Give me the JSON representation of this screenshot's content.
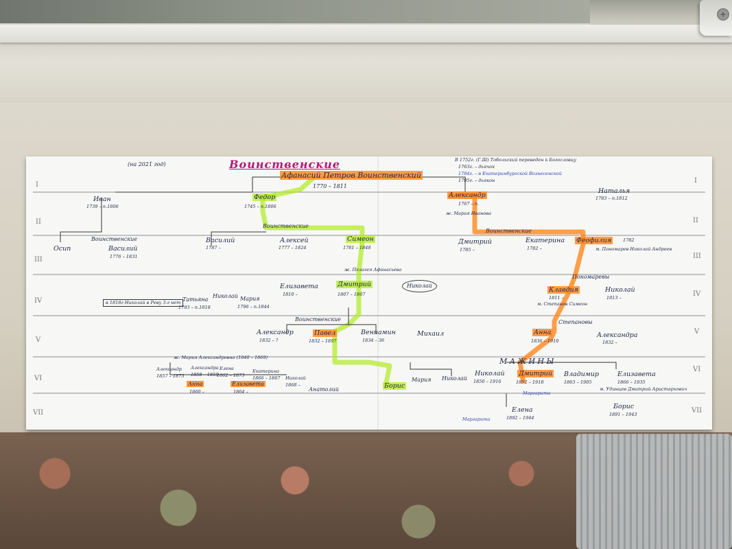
{
  "photo": {
    "scene": "window-sill-with-paper",
    "latch_icon": "plus-screw-icon"
  },
  "sheet": {
    "date_note": "(на 2021 год)",
    "title": "Воинственские",
    "progenitor": "Афанасий Петров Воинственский",
    "progenitor_dates": "1770 – 1811",
    "top_right_note": "В 1752г. (Г.Ш) Тобольский переведен к Богословцу",
    "top_right_2": "1763г. – дьячок",
    "top_right_3": "1784г. – в Екатеринбургской Вознесенской",
    "top_right_4": "1795г. – дьякон",
    "generations": [
      "I",
      "II",
      "III",
      "IV",
      "V",
      "VI",
      "VII"
    ],
    "gen_labels_right": [
      "I",
      "II",
      "III",
      "IV",
      "V",
      "VI",
      "VII"
    ],
    "branch_labels": [
      "Воинственские",
      "Воинственские",
      "Воинственские",
      "Воинственские",
      "Пономаревы",
      "Степановы",
      "М А Ж И Н Ы"
    ],
    "gen2": [
      {
        "name": "Иван",
        "dates": "1739 – п.1806"
      },
      {
        "name": "Федор",
        "dates": "1745 – п.1806",
        "highlight": "green"
      },
      {
        "name": "Александр",
        "dates": "1767 – п.",
        "highlight": "orange"
      },
      {
        "name": "Наталья",
        "dates": "1783 – п.1812"
      }
    ],
    "gen3": [
      {
        "name": "Осип"
      },
      {
        "name": "Василий",
        "dates": "1776 – 1831"
      },
      {
        "name": "Василий",
        "dates": "1787 –"
      },
      {
        "name": "Алексей",
        "dates": "1777 – 1824"
      },
      {
        "name": "Симеон",
        "dates": "1781 – 1848",
        "highlight": "green"
      },
      {
        "name": "Дмитрий",
        "dates": "1785 –"
      },
      {
        "name": "Екатерина",
        "dates": "1782 –"
      },
      {
        "name": "Феофилия",
        "dates": "1782",
        "highlight": "orange"
      }
    ],
    "gen4": [
      {
        "name": "Татьяна",
        "dates": "1793 – п.1818"
      },
      {
        "name": "Николай"
      },
      {
        "name": "Мария",
        "dates": "1796 – п.1844"
      },
      {
        "name": "Елизавета",
        "dates": "1810 –"
      },
      {
        "name": "Дмитрий",
        "dates": "1807 – 1867",
        "highlight": "green"
      },
      {
        "name": "Николай"
      },
      {
        "name": "Клавдия",
        "dates": "1811 –",
        "highlight": "orange"
      },
      {
        "name": "Николай",
        "dates": "1813 –"
      }
    ],
    "gen4_note": "в 1818г Николай в Реву 3-г нет",
    "gen5": [
      {
        "name": "Александр",
        "dates": "1832 – ?"
      },
      {
        "name": "Павел",
        "dates": "1832 – 1897",
        "highlight": "orange"
      },
      {
        "name": "Вениамин",
        "dates": "1834 – 36"
      },
      {
        "name": "Михаил"
      },
      {
        "name": "Анна",
        "dates": "1836 – 1910",
        "highlight": "orange"
      },
      {
        "name": "Александра",
        "dates": "1832 –"
      }
    ],
    "gen6": [
      {
        "name": "Александр",
        "dates": "1857 – 1873"
      },
      {
        "name": "Александра",
        "dates": "1858 – 1859"
      },
      {
        "name": "Елена",
        "dates": "1862 – 1873"
      },
      {
        "name": "Екатерина",
        "dates": "1866 – 1867"
      },
      {
        "name": "Николай",
        "dates": "1868 –"
      },
      {
        "name": "Анна",
        "dates": "1860 –",
        "highlight": "orange"
      },
      {
        "name": "Елизавета",
        "dates": "1864 –",
        "highlight": "orange"
      },
      {
        "name": "Анатолий"
      },
      {
        "name": "Мария"
      },
      {
        "name": "Николай"
      },
      {
        "name": "Николай",
        "dates": "1850 – 1916"
      },
      {
        "name": "Дмитрий",
        "dates": "1852 – 1918",
        "highlight": "orange"
      },
      {
        "name": "Владимир",
        "dates": "1863 – 1905"
      },
      {
        "name": "Елизавета",
        "dates": "1866 – 1935"
      }
    ],
    "gen7": [
      {
        "name": "Борис",
        "highlight": "green"
      },
      {
        "name": "Елена",
        "dates": "1892 – 1944"
      },
      {
        "name": "Борис",
        "dates": "1891 – 1943"
      }
    ],
    "spouse_notes": [
      "ж. Мария Александровна (1840 – 1869)",
      "ж. Пелагея Афанасьева",
      "ж. Мария Иванова",
      "м. Удинцев Дмитрий Аристархович",
      "м. Пономарев Николай Андреев",
      "м. Степанов Симеон"
    ],
    "tags": [
      "Маргарита",
      "Маргарита"
    ]
  }
}
